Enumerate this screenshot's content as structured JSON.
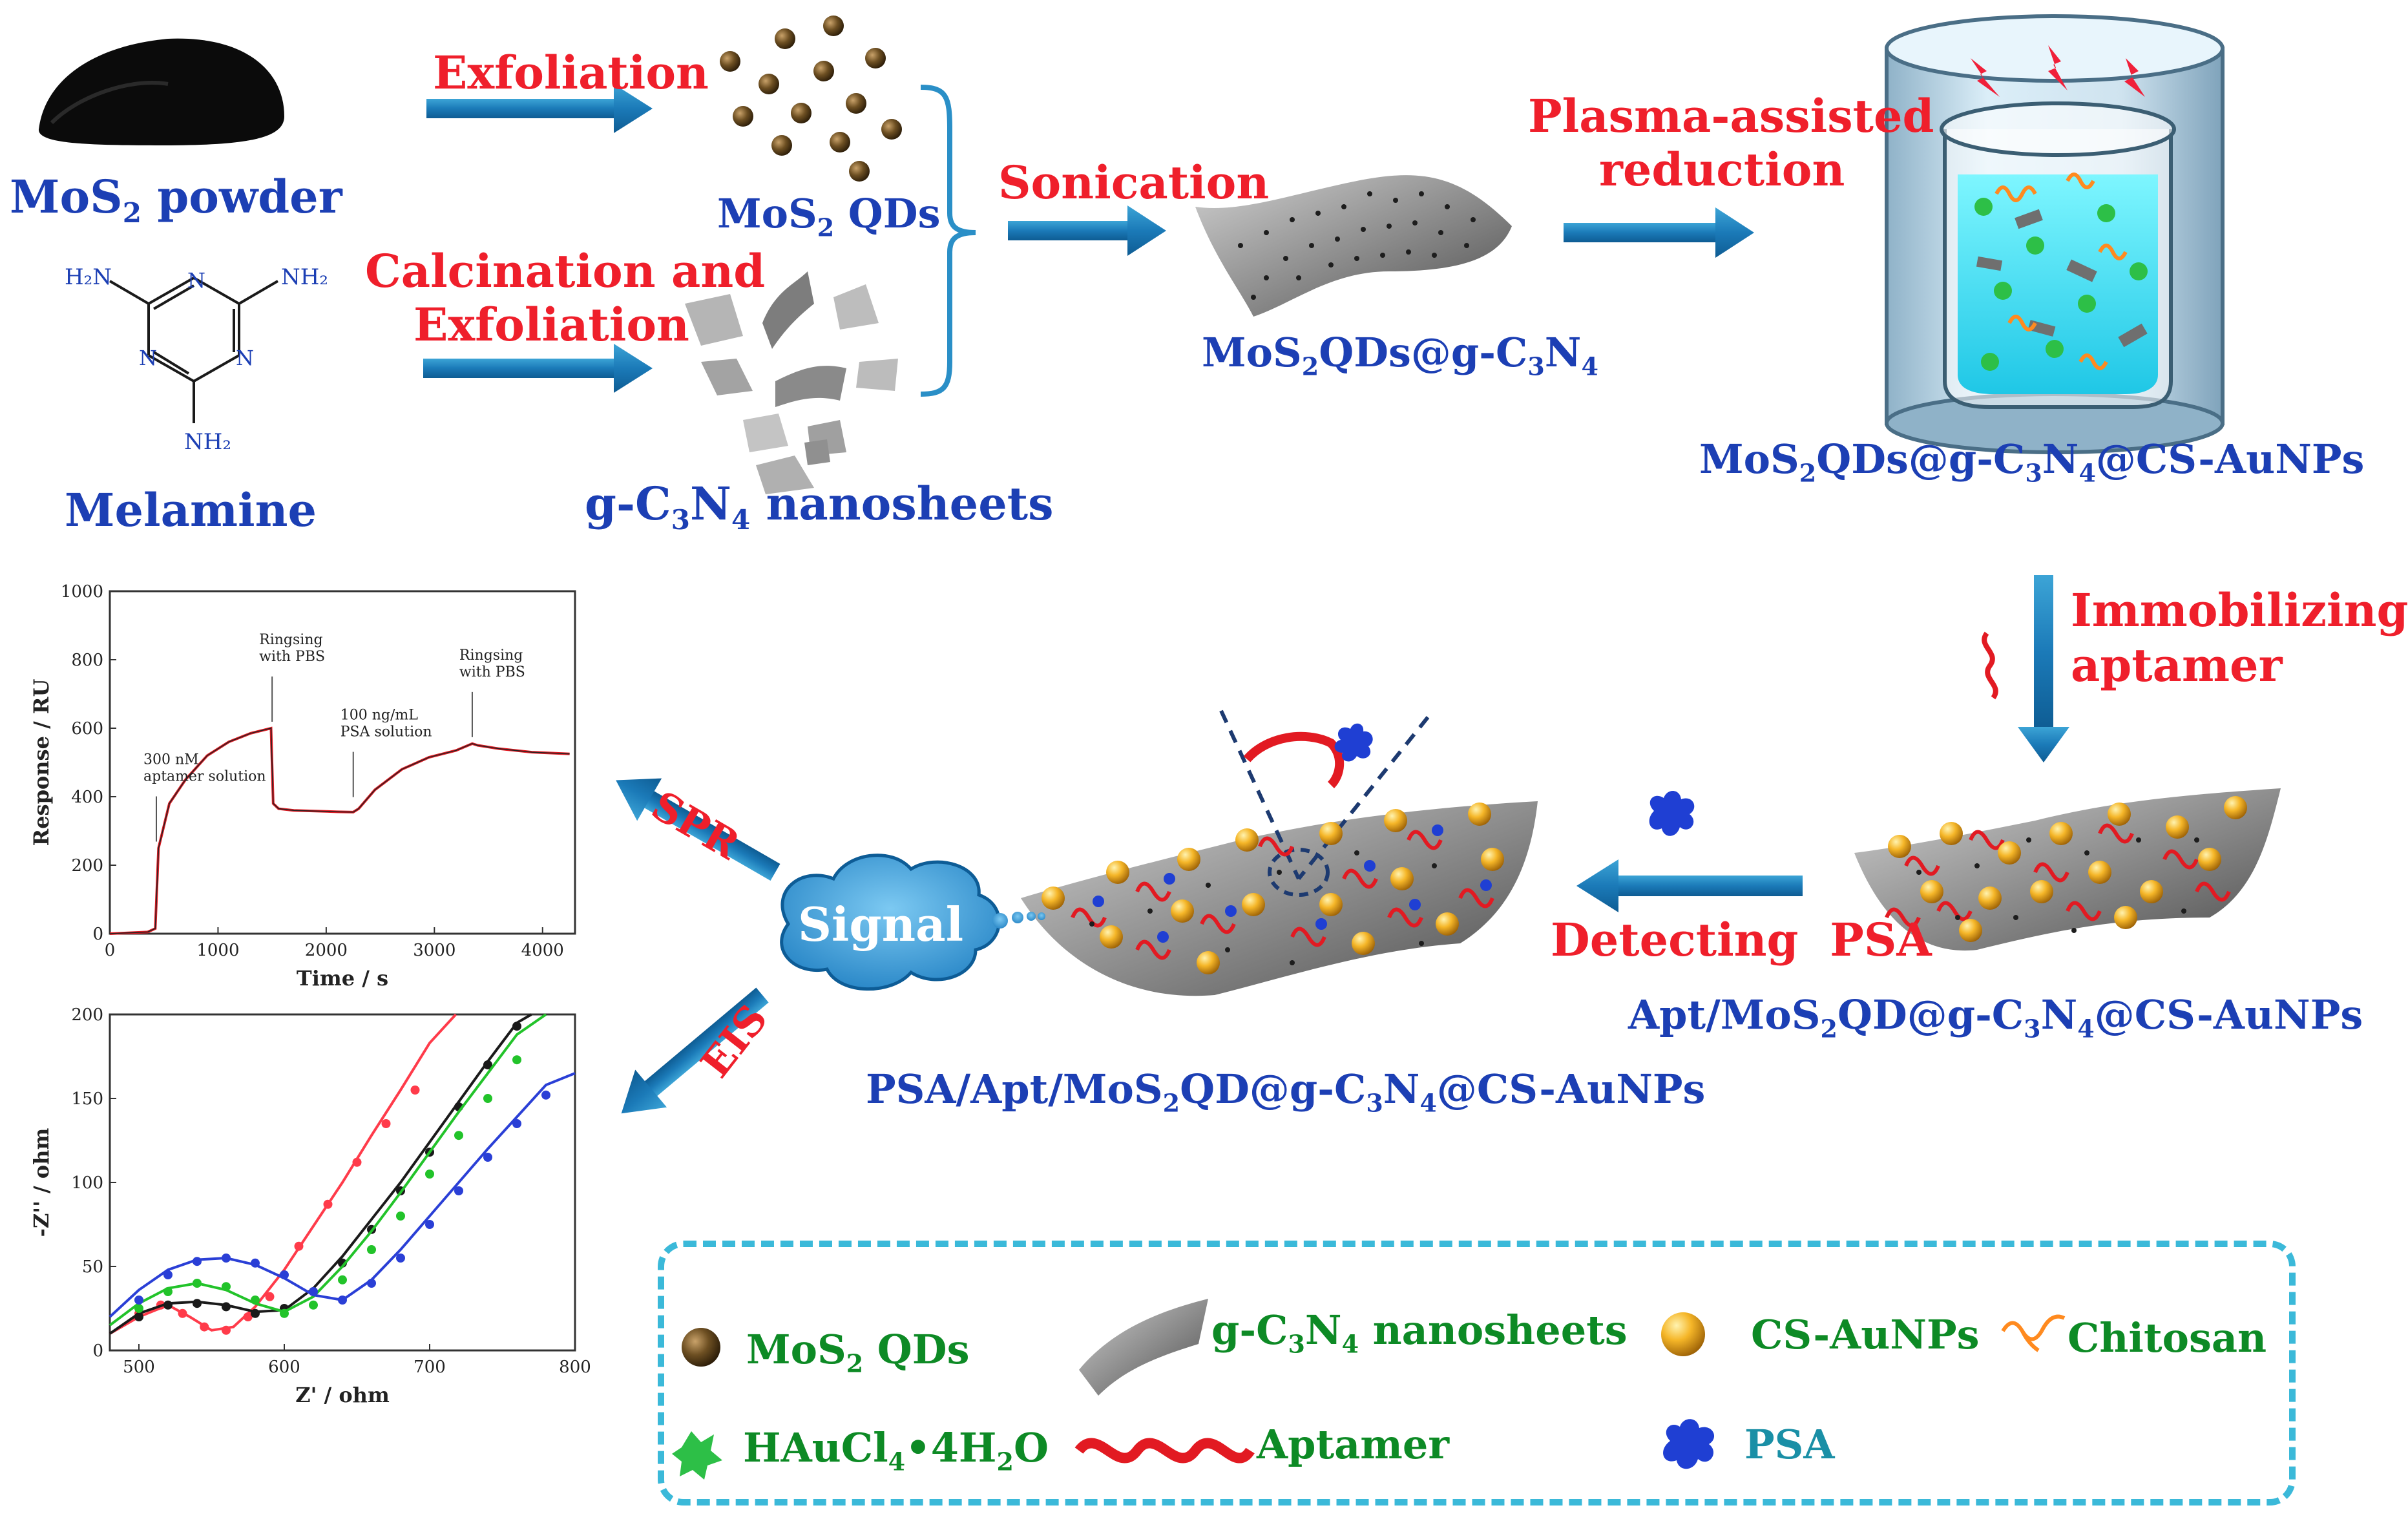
{
  "top": {
    "mos2_powder": "MoS",
    "mos2_powder_sub": "2",
    "mos2_powder_tail": " powder",
    "melamine": "Melamine",
    "exfoliation": "Exfoliation",
    "calcination_1": "Calcination and",
    "calcination_2": "Exfoliation",
    "mos2_qds_a": "MoS",
    "mos2_qds_sub": "2",
    "mos2_qds_b": " QDs",
    "gcn_a": "g-C",
    "gcn_sub1": "3",
    "gcn_b": "N",
    "gcn_sub2": "4",
    "gcn_c": " nanosheets",
    "sonication": "Sonication",
    "composite_a": "MoS",
    "composite_sub1": "2",
    "composite_b": "QDs@g-C",
    "composite_sub2": "3",
    "composite_c": "N",
    "composite_sub3": "4",
    "plasma_1": "Plasma-assisted",
    "plasma_2": "reduction",
    "au_a": "MoS",
    "au_sub1": "2",
    "au_b": "QDs@g-C",
    "au_sub2": "3",
    "au_c": "N",
    "au_sub3": "4",
    "au_d": "@CS-AuNPs"
  },
  "melamine_structure": {
    "h2n_left": "H₂N",
    "nh2_right": "NH₂",
    "nh2_bottom": "NH₂",
    "n_atom": "N"
  },
  "middle": {
    "immobilizing_1": "Immobilizing",
    "immobilizing_2": "aptamer",
    "detecting": "Detecting  PSA",
    "spr": "SPR",
    "eis": "EIS",
    "signal": "Signal",
    "apt_a": "Apt/MoS",
    "apt_sub1": "2",
    "apt_b": "QD@g-C",
    "apt_sub2": "3",
    "apt_c": "N",
    "apt_sub3": "4",
    "apt_d": "@CS-AuNPs",
    "psa_a": "PSA/Apt/MoS",
    "psa_sub1": "2",
    "psa_b": "QD@g-C",
    "psa_sub2": "3",
    "psa_c": "N",
    "psa_sub3": "4",
    "psa_d": "@CS-AuNPs"
  },
  "legend": {
    "mos2_a": "MoS",
    "mos2_sub": "2",
    "mos2_b": " QDs",
    "gcn_a": "g-C",
    "gcn_sub1": "3",
    "gcn_b": "N",
    "gcn_sub2": "4",
    "gcn_c": " nanosheets",
    "csau": "CS-AuNPs",
    "chitosan": "Chitosan",
    "haucl_a": "HAuCl",
    "haucl_sub1": "4",
    "haucl_b": "•4H",
    "haucl_sub2": "2",
    "haucl_c": "O",
    "aptamer": "Aptamer",
    "psa": "PSA"
  },
  "chart_data": [
    {
      "type": "line",
      "xlabel": "Time / s",
      "ylabel": "Response / RU",
      "xlim": [
        0,
        4300
      ],
      "ylim": [
        0,
        1000
      ],
      "xticks": [
        0,
        1000,
        2000,
        3000,
        4000
      ],
      "yticks": [
        0,
        200,
        400,
        600,
        800,
        1000
      ],
      "series": [
        {
          "x": [
            0,
            350,
            420,
            450,
            550,
            700,
            900,
            1100,
            1300,
            1490,
            1510,
            1560,
            1700,
            1900,
            2100,
            2250,
            2300,
            2450,
            2700,
            2950,
            3200,
            3350,
            3400,
            3600,
            3900,
            4250
          ],
          "y": [
            0,
            5,
            15,
            250,
            380,
            450,
            520,
            560,
            585,
            600,
            380,
            365,
            360,
            358,
            356,
            355,
            365,
            420,
            480,
            515,
            535,
            555,
            550,
            540,
            530,
            525
          ]
        }
      ],
      "annotations": [
        {
          "x": 430,
          "y": 250,
          "text_1": "300 nM",
          "text_2": "aptamer solution"
        },
        {
          "x": 1500,
          "y": 600,
          "text_1": "Ringsing",
          "text_2": "with PBS"
        },
        {
          "x": 2250,
          "y": 380,
          "text_1": "100 ng/mL",
          "text_2": "PSA solution"
        },
        {
          "x": 3350,
          "y": 555,
          "text_1": "Ringsing",
          "text_2": "with PBS"
        }
      ]
    },
    {
      "type": "scatter",
      "xlabel": "Z' / ohm",
      "ylabel": "-Z'' / ohm",
      "xlim": [
        480,
        800
      ],
      "ylim": [
        0,
        200
      ],
      "xticks": [
        500,
        600,
        700,
        800
      ],
      "yticks": [
        0,
        50,
        100,
        150,
        200
      ],
      "series": [
        {
          "color": "#ff3b4a",
          "x": [
            500,
            515,
            530,
            545,
            560,
            575,
            590,
            610,
            630,
            650,
            670,
            690
          ],
          "y": [
            22,
            27,
            22,
            14,
            12,
            20,
            32,
            62,
            87,
            112,
            135,
            155
          ],
          "fit_x": [
            480,
            500,
            520,
            535,
            550,
            565,
            580,
            600,
            620,
            640,
            660,
            680,
            700,
            718
          ],
          "fit_y": [
            10,
            20,
            27,
            20,
            12,
            14,
            26,
            48,
            74,
            100,
            128,
            155,
            183,
            200
          ]
        },
        {
          "color": "#1a1a1a",
          "x": [
            500,
            520,
            540,
            560,
            580,
            600,
            620,
            640,
            660,
            680,
            700,
            720,
            740,
            760
          ],
          "y": [
            20,
            27,
            28,
            26,
            22,
            25,
            35,
            52,
            72,
            95,
            118,
            145,
            170,
            193
          ],
          "fit_x": [
            480,
            500,
            520,
            540,
            560,
            580,
            600,
            620,
            640,
            660,
            680,
            700,
            720,
            740,
            760,
            770
          ],
          "fit_y": [
            10,
            22,
            28,
            29,
            27,
            23,
            24,
            37,
            56,
            78,
            100,
            124,
            148,
            172,
            195,
            200
          ]
        },
        {
          "color": "#22c32a",
          "x": [
            500,
            520,
            540,
            560,
            580,
            600,
            620,
            640,
            660,
            680,
            700,
            720,
            740,
            760
          ],
          "y": [
            25,
            35,
            40,
            38,
            30,
            22,
            27,
            42,
            60,
            80,
            105,
            128,
            150,
            173
          ],
          "fit_x": [
            480,
            500,
            520,
            540,
            560,
            580,
            600,
            620,
            640,
            660,
            680,
            700,
            720,
            740,
            760,
            780
          ],
          "fit_y": [
            15,
            28,
            37,
            40,
            36,
            28,
            23,
            32,
            50,
            71,
            94,
            118,
            142,
            165,
            188,
            200
          ]
        },
        {
          "color": "#2a3fd6",
          "x": [
            500,
            520,
            540,
            560,
            580,
            600,
            620,
            640,
            660,
            680,
            700,
            720,
            740,
            760,
            780
          ],
          "y": [
            30,
            45,
            53,
            55,
            52,
            45,
            35,
            30,
            40,
            55,
            75,
            95,
            115,
            135,
            152
          ],
          "fit_x": [
            480,
            500,
            520,
            540,
            560,
            580,
            600,
            620,
            640,
            660,
            680,
            700,
            720,
            740,
            760,
            780,
            800
          ],
          "fit_y": [
            20,
            36,
            48,
            54,
            55,
            51,
            43,
            33,
            30,
            42,
            60,
            80,
            100,
            120,
            139,
            158,
            165
          ]
        }
      ]
    }
  ]
}
